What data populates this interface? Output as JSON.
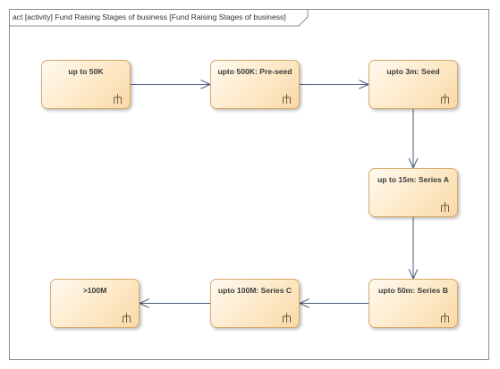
{
  "frame": {
    "title": "act [activity] Fund Raising Stages of business [Fund Raising Stages of business]"
  },
  "nodes": [
    {
      "id": "n1",
      "label": "up to 50K"
    },
    {
      "id": "n2",
      "label": "upto 500K: Pre-seed"
    },
    {
      "id": "n3",
      "label": "upto 3m: Seed"
    },
    {
      "id": "n4",
      "label": "up to 15m: Series A"
    },
    {
      "id": "n5",
      "label": "upto 50m: Series B"
    },
    {
      "id": "n6",
      "label": "upto 100M: Series C"
    },
    {
      "id": "n7",
      "label": ">100M"
    }
  ],
  "edges": [
    {
      "from": "n1",
      "to": "n2"
    },
    {
      "from": "n2",
      "to": "n3"
    },
    {
      "from": "n3",
      "to": "n4"
    },
    {
      "from": "n4",
      "to": "n5"
    },
    {
      "from": "n5",
      "to": "n6"
    },
    {
      "from": "n6",
      "to": "n7"
    }
  ],
  "colors": {
    "node_border": "#d9a86c",
    "node_fill": "#fde7c3",
    "edge": "#4a5a7a",
    "frame_border": "#8c8c8c"
  },
  "icons": {
    "node_icon": "rake-icon"
  }
}
